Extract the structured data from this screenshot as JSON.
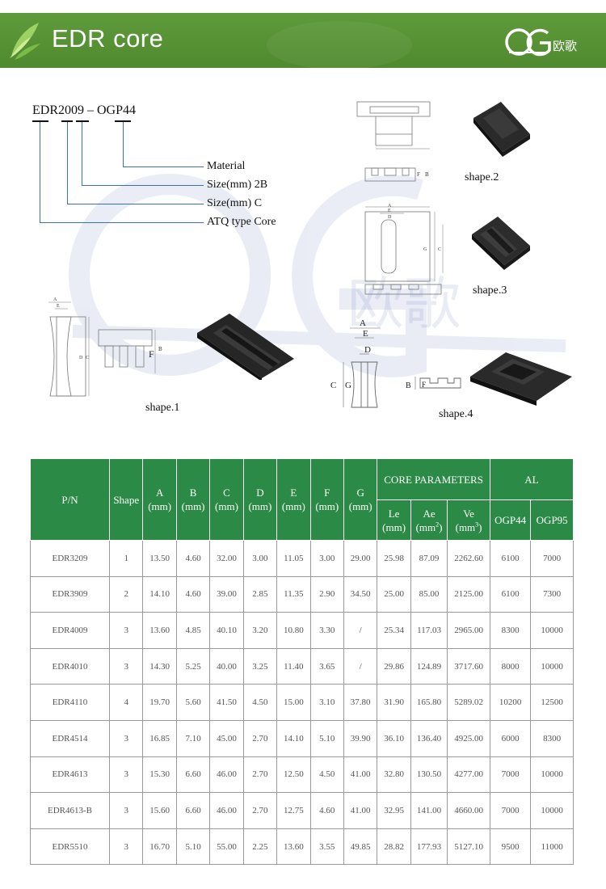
{
  "header": {
    "title": "EDR core",
    "logo_text": "欧歌",
    "bg_color": "#4f8a2e"
  },
  "watermark_text": "欧歌",
  "part_number": {
    "code": "EDR2009 – OGP44",
    "labels": [
      "Material",
      "Size(mm) 2B",
      "Size(mm) C",
      "ATQ type Core"
    ]
  },
  "shapes": {
    "shape1": "shape.1",
    "shape2": "shape.2",
    "shape3": "shape.3",
    "shape4": "shape.4"
  },
  "dimension_letters": {
    "A": "A",
    "B": "B",
    "C": "C",
    "D": "D",
    "E": "E",
    "F": "F",
    "G": "G"
  },
  "table": {
    "headers": {
      "pn": "P/N",
      "shape": "Shape",
      "a": "A",
      "b": "B",
      "c": "C",
      "d": "D",
      "e": "E",
      "f": "F",
      "g": "G",
      "unit": "(mm)",
      "core_parameters": "CORE PARAMETERS",
      "al": "AL",
      "le": "Le",
      "ae": "Ae",
      "ve": "Ve",
      "ae_unit": "(mm",
      "ae_exp": "2",
      "ve_unit": "(mm",
      "ve_exp": "3",
      "close": ")",
      "ogp44": "OGP44",
      "ogp95": "OGP95"
    },
    "rows": [
      [
        "EDR3209",
        "1",
        "13.50",
        "4.60",
        "32.00",
        "3.00",
        "11.05",
        "3.00",
        "29.00",
        "25.98",
        "87.09",
        "2262.60",
        "6100",
        "7000"
      ],
      [
        "EDR3909",
        "2",
        "14.10",
        "4.60",
        "39.00",
        "2.85",
        "11.35",
        "2.90",
        "34.50",
        "25.00",
        "85.00",
        "2125.00",
        "6100",
        "7300"
      ],
      [
        "EDR4009",
        "3",
        "13.60",
        "4.85",
        "40.10",
        "3.20",
        "10.80",
        "3.30",
        "/",
        "25.34",
        "117.03",
        "2965.00",
        "8300",
        "10000"
      ],
      [
        "EDR4010",
        "3",
        "14.30",
        "5.25",
        "40.00",
        "3.25",
        "11.40",
        "3.65",
        "/",
        "29.86",
        "124.89",
        "3717.60",
        "8000",
        "10000"
      ],
      [
        "EDR4110",
        "4",
        "19.70",
        "5.60",
        "41.50",
        "4.50",
        "15.00",
        "3.10",
        "37.80",
        "31.90",
        "165.80",
        "5289.02",
        "10200",
        "12500"
      ],
      [
        "EDR4514",
        "3",
        "16.85",
        "7.10",
        "45.00",
        "2.70",
        "14.10",
        "5.10",
        "39.90",
        "36.10",
        "136.40",
        "4925.00",
        "6000",
        "8300"
      ],
      [
        "EDR4613",
        "3",
        "15.30",
        "6.60",
        "46.00",
        "2.70",
        "12.50",
        "4.50",
        "41.00",
        "32.80",
        "130.50",
        "4277.00",
        "7000",
        "10000"
      ],
      [
        "EDR4613-B",
        "3",
        "15.60",
        "6.60",
        "46.00",
        "2.70",
        "12.75",
        "4.60",
        "41.00",
        "32.95",
        "141.00",
        "4660.00",
        "7000",
        "10000"
      ],
      [
        "EDR5510",
        "3",
        "16.70",
        "5.10",
        "55.00",
        "2.25",
        "13.60",
        "3.55",
        "49.85",
        "28.82",
        "177.93",
        "5127.10",
        "9500",
        "11000"
      ]
    ]
  }
}
